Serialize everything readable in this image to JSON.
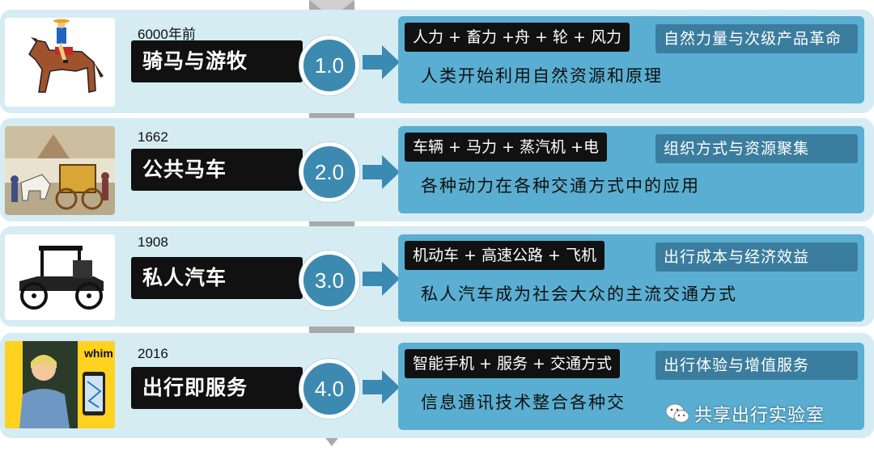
{
  "rows": [
    {
      "year": "6000年前",
      "era": "骑马与游牧",
      "version": "1.0",
      "tech": "人力 + 畜力 +舟 + 轮 + 风力",
      "revolution": "自然力量与次级产品革命",
      "description": "人类开始利用自然资源和原理",
      "image": "horse-rider-icon"
    },
    {
      "year": "1662",
      "era": "公共马车",
      "version": "2.0",
      "tech": "车辆  + 马力 + 蒸汽机 +电",
      "revolution": "组织方式与资源聚集",
      "description": "各种动力在各种交通方式中的应用",
      "image": "carriage-icon"
    },
    {
      "year": "1908",
      "era": "私人汽车",
      "version": "3.0",
      "tech": "机动车 + 高速公路 + 飞机",
      "revolution": "出行成本与经济效益",
      "description": "私人汽车成为社会大众的主流交通方式",
      "image": "model-t-car-icon"
    },
    {
      "year": "2016",
      "era": "出行即服务",
      "version": "4.0",
      "tech": "智能手机 + 服务 + 交通方式",
      "revolution": "出行体验与增值服务",
      "description": "信息通讯技术整合各种交",
      "image": "whim-app-icon",
      "image_text": "whim"
    }
  ],
  "watermark": "共享出行实验室",
  "colors": {
    "row_bg": "#d6ecf3",
    "panel": "#5aaed1",
    "badge": "#3b7d9e",
    "circle": "#3d8ab1",
    "label_bg": "#111111"
  }
}
